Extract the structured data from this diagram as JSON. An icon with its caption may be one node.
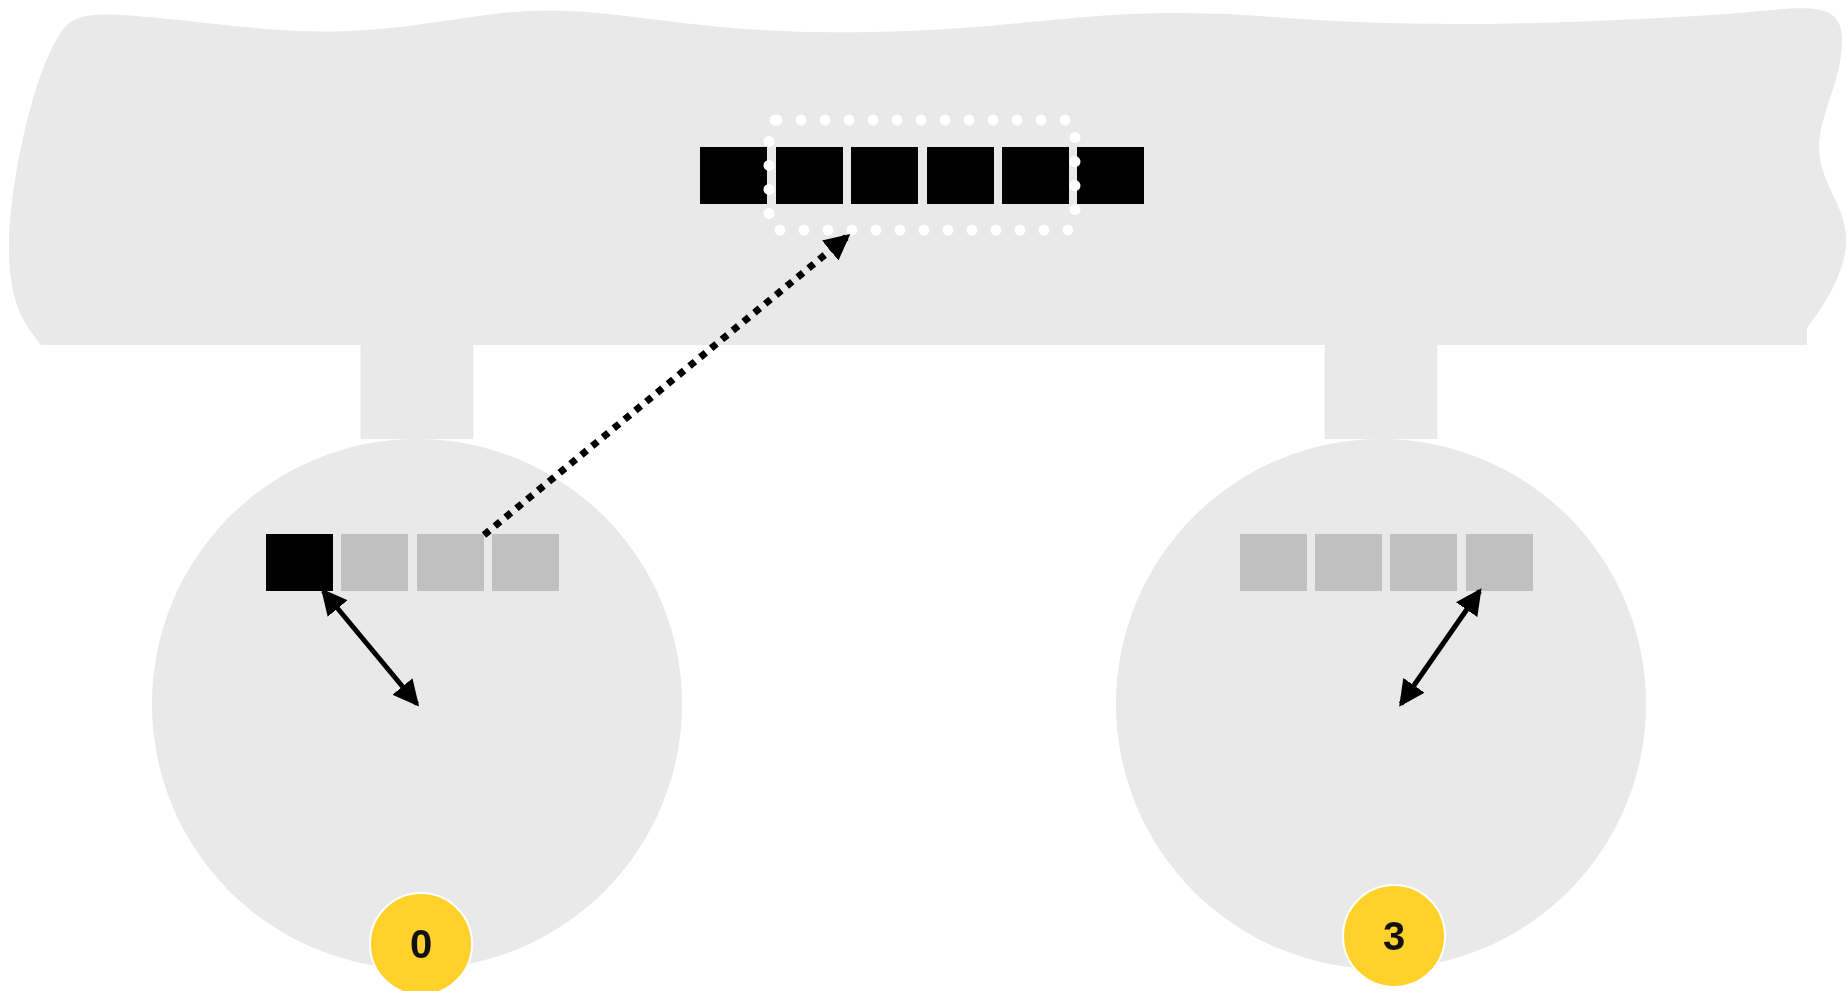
{
  "diagram": {
    "nodes": [
      {
        "text": [],
        "shape": "cloud"
      },
      {
        "text": [],
        "shape": "box",
        "in": 0
      },
      {
        "text": [],
        "shape": "box",
        "in": 7
      },
      {
        "text": [],
        "shape": "box",
        "in": 7
      },
      {
        "text": [],
        "shape": "box",
        "in": 7
      },
      {
        "text": [],
        "shape": "box",
        "in": 7
      },
      {
        "text": [],
        "shape": "box",
        "in": 0
      },
      {
        "text": [],
        "shape": "box",
        "in": 0
      },
      {
        "text": [],
        "shape": "circle"
      },
      {
        "text": [],
        "shape": "box",
        "in": 8
      },
      {
        "text": [],
        "shape": "box",
        "in": 8
      },
      {
        "text": [],
        "shape": "box",
        "in": 8
      },
      {
        "text": [],
        "shape": "box",
        "in": 8
      },
      {
        "text": [],
        "shape": "circle"
      },
      {
        "text": [],
        "shape": "box",
        "in": 13
      },
      {
        "text": [],
        "shape": "box",
        "in": 13
      },
      {
        "text": [],
        "shape": "box",
        "in": 13
      },
      {
        "text": [],
        "shape": "box",
        "in": 13
      },
      {
        "text": [
          "0"
        ]
      },
      {
        "text": [
          "3"
        ]
      }
    ],
    "edges": [
      {
        "from": 0,
        "to": 8,
        "arrow": "none",
        "style": "thick",
        "color": "#e9e9e9"
      },
      {
        "from": 0,
        "to": 13,
        "arrow": "none",
        "style": "thick",
        "color": "#e9e9e9"
      },
      {
        "from": 11,
        "to": 7,
        "arrow": "to",
        "style": "dashed"
      },
      {
        "from": 9,
        "to": null,
        "arrow": "both"
      },
      {
        "from": 17,
        "to": null,
        "arrow": "both"
      }
    ]
  }
}
